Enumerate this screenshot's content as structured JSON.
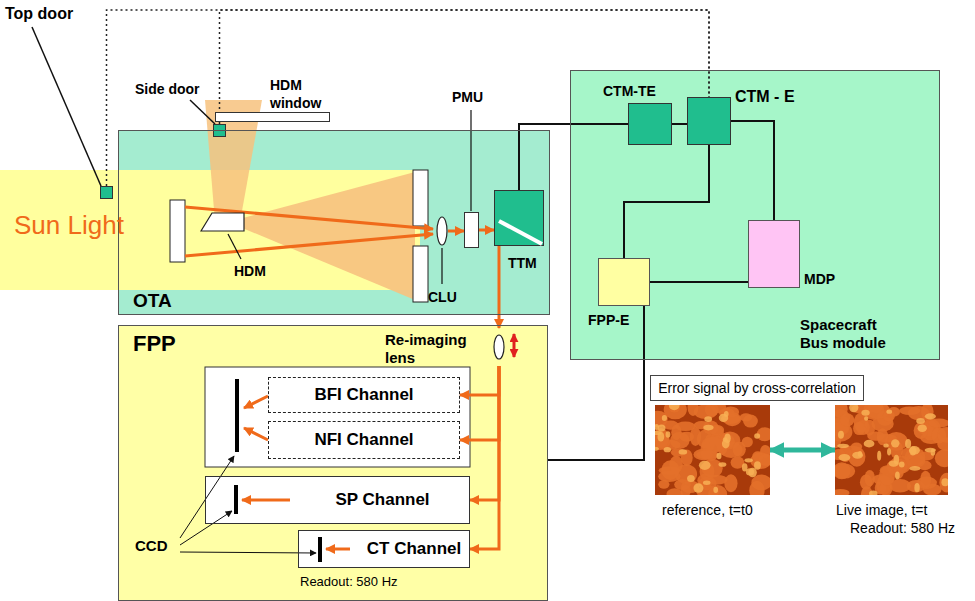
{
  "diagram": {
    "nodes": [
      {
        "text": [
          "Top door"
        ]
      },
      {
        "text": [
          "Side door"
        ]
      },
      {
        "text": [
          "HDM window"
        ]
      },
      {
        "text": [
          "OTA"
        ]
      },
      {
        "text": [
          "HDM"
        ],
        "in": 3
      },
      {
        "text": [
          "CLU"
        ],
        "in": 3
      },
      {
        "text": [
          "PMU"
        ],
        "in": 3
      },
      {
        "text": [
          "TTM"
        ],
        "in": 3
      },
      {
        "text": [
          "Spacecraft Bus module"
        ]
      },
      {
        "text": [
          "CTM-TE"
        ],
        "in": 8
      },
      {
        "text": [
          "CTM - E"
        ],
        "in": 8
      },
      {
        "text": [
          "MDP"
        ],
        "in": 8
      },
      {
        "text": [
          "FPP-E"
        ],
        "in": 8
      },
      {
        "text": [
          "FPP"
        ]
      },
      {
        "text": [
          "Re-imaging lens"
        ],
        "in": 13
      },
      {
        "text": [
          "BFI Channel"
        ],
        "in": 13
      },
      {
        "text": [
          "NFI Channel"
        ],
        "in": 13
      },
      {
        "text": [
          "SP Channel"
        ],
        "in": 13
      },
      {
        "text": [
          "CT Channel",
          "Readout: 580 Hz"
        ],
        "in": 13
      },
      {
        "text": [
          "Error signal by cross-correlation"
        ]
      },
      {
        "text": [
          "reference, t=t0"
        ]
      },
      {
        "text": [
          "Live image, t=t",
          "Readout: 580 Hz"
        ]
      }
    ],
    "edges": [
      {
        "from": 0,
        "to": 10,
        "arrow": "none"
      },
      {
        "from": 1,
        "to": 10,
        "arrow": "none"
      },
      {
        "from": 7,
        "to": 9,
        "arrow": "none"
      },
      {
        "from": 9,
        "to": 10,
        "arrow": "none"
      },
      {
        "from": 10,
        "to": 11,
        "arrow": "none"
      },
      {
        "from": 10,
        "to": 12,
        "arrow": "none"
      },
      {
        "from": 12,
        "to": 11,
        "arrow": "none"
      },
      {
        "from": 12,
        "to": 13,
        "arrow": "none"
      },
      {
        "from": 20,
        "to": 21,
        "arrow": "both"
      },
      {
        "from": 5,
        "to": 6,
        "arrow": "to"
      },
      {
        "from": 6,
        "to": 7,
        "arrow": "to"
      },
      {
        "from": 7,
        "to": 14,
        "arrow": "to"
      },
      {
        "from": 14,
        "to": 15,
        "arrow": "to"
      },
      {
        "from": 14,
        "to": 16,
        "arrow": "to"
      },
      {
        "from": 14,
        "to": 17,
        "arrow": "to"
      },
      {
        "from": 14,
        "to": 18,
        "arrow": "to"
      }
    ],
    "labels": [
      "Sun Light",
      "CCD"
    ]
  }
}
